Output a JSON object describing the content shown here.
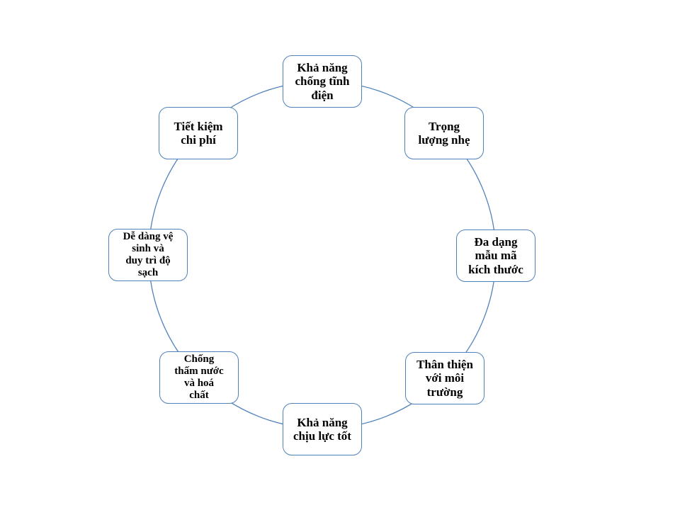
{
  "diagram": {
    "type": "cycle",
    "accent_color": "#4F81BD",
    "box_fill": "#FFFFFF",
    "text_color": "#000000",
    "nodes": [
      {
        "id": "anti-static",
        "position": "top",
        "label": "Khả năng\nchống tĩnh\nđiện"
      },
      {
        "id": "light-weight",
        "position": "top-right",
        "label": "Trọng\nlượng nhẹ"
      },
      {
        "id": "diverse-designs-sizes",
        "position": "right",
        "label": "Đa dạng\nmẫu mã\nkích thước"
      },
      {
        "id": "eco-friendly",
        "position": "bottom-right",
        "label": "Thân thiện\nvới môi\ntrường"
      },
      {
        "id": "good-load-bearing",
        "position": "bottom",
        "label": "Khả năng\nchịu lực tốt"
      },
      {
        "id": "water-chemical-resistant",
        "position": "bottom-left",
        "label": "Chống\nthấm nước\nvà hoá\nchất"
      },
      {
        "id": "easy-cleaning",
        "position": "left",
        "label": "Dễ dàng vệ\nsinh và\nduy trì độ\nsạch"
      },
      {
        "id": "cost-saving",
        "position": "top-left",
        "label": "Tiết kiệm\nchi phí"
      }
    ]
  }
}
